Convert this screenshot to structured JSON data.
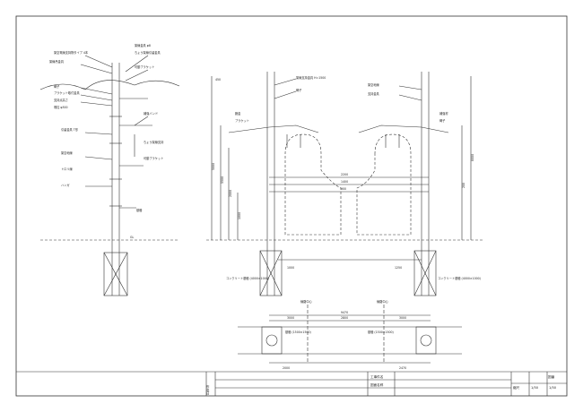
{
  "drawing": {
    "left_elevation": {
      "labels": [
        "架空電線支持物タイプ 4本",
        "架線吊金具",
        "架線金具 φ8",
        "ちょう架線引留金具",
        "可動ブラケット",
        "碍子",
        "ブラケット取付金具",
        "支持点高さ",
        "電柱 φ300",
        "補強バンド",
        "引留金具 T形",
        "ちょう架線支持",
        "架空地線",
        "可動ブラケット",
        "トロリ線",
        "ハンガ",
        "基礎"
      ],
      "ground_mark": "GL"
    },
    "center_elevation": {
      "left_pole_labels": [
        "架線支持金具 H=1500",
        "碍子",
        "腕金",
        "ブラケット"
      ],
      "right_pole_labels": [
        "架空地線",
        "支持金具",
        "補強材",
        "碍子"
      ],
      "dimension_values": [
        "450",
        "5000",
        "5500",
        "2000",
        "1000",
        "2200",
        "1400",
        "8000",
        "200",
        "900",
        "1000",
        "1250"
      ],
      "foundation_labels": [
        "コンクリート基礎 (4000×1000)",
        "コンクリート基礎 (4000×1000)"
      ]
    },
    "plan_view": {
      "dimension_values": [
        "9470",
        "3000",
        "2800",
        "3000",
        "2000",
        "2470"
      ],
      "labels": [
        "線路中心",
        "線路中心",
        "基礎 (1500×1500)",
        "基礎 (1500×1500)"
      ]
    }
  },
  "title_block": {
    "left_header": "作成日",
    "rows": [
      "工事件名",
      "図面名称"
    ],
    "right_header": "図番",
    "right_cells": [
      "縮尺",
      "1/50"
    ],
    "sheet_label": "1/50"
  }
}
